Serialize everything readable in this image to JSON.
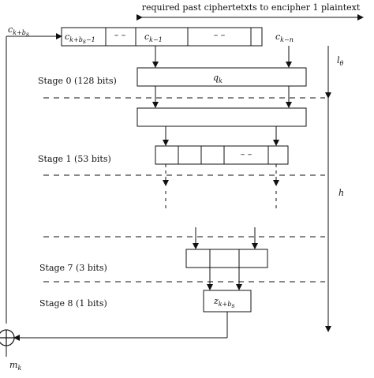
{
  "diagram": {
    "top_caption": "required past ciphertetxts to encipher 1 plaintext",
    "input_label": {
      "base": "c",
      "sub": "k+b",
      "subsub": "s"
    },
    "register_cells": [
      {
        "base": "c",
        "sub": "k+b",
        "subsub": "s",
        "tail": "−1"
      },
      {
        "dashes": "– –"
      },
      {
        "base": "c",
        "sub": "k−1"
      },
      {
        "dashes": "– –"
      },
      {
        "base": "c",
        "sub": "k−n"
      }
    ],
    "stages": [
      {
        "label": "Stage 0 (128 bits)"
      },
      {
        "label": "Stage 1 (53 bits)"
      },
      {
        "label": "Stage 7 (3 bits)"
      },
      {
        "label": "Stage 8 (1 bits)"
      }
    ],
    "qk_label": {
      "base": "q",
      "sub": "k"
    },
    "stage1_dashes": "– –",
    "output_label": {
      "base": "z",
      "sub": "k+b",
      "subsub": "s"
    },
    "l_theta_label": {
      "base": "l",
      "sub": "θ"
    },
    "h_label": "h",
    "mk_label": {
      "base": "m",
      "sub": "k"
    }
  }
}
